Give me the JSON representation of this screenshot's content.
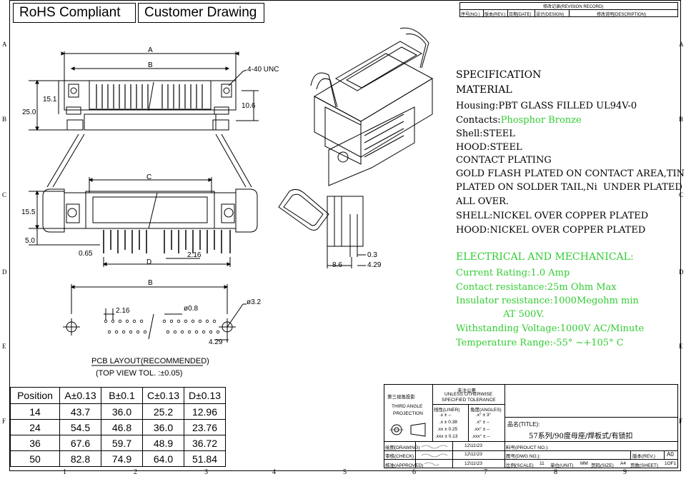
{
  "header": {
    "rohs": "RoHS Compliant",
    "customer": "Customer Drawing"
  },
  "revision_record": {
    "title": "修改记录(REVISION RECORD)",
    "cols": [
      "序号(NO.)",
      "版本(REV.)",
      "日期(DATE)",
      "设计(DESIGN)",
      "修改说明(DESCRIPTION)"
    ]
  },
  "zones": {
    "rows": [
      "A",
      "B",
      "C",
      "D",
      "E",
      "F"
    ],
    "cols": [
      "1",
      "2",
      "3",
      "4",
      "5",
      "6",
      "7",
      "8",
      "9"
    ]
  },
  "spec": {
    "l1": "SPECIFICATION",
    "l2": "MATERIAL",
    "l3a": "Housing:",
    "l3b": "PBT GLASS FILLED UL94V-0",
    "l4a": "Contacts:",
    "l4b": "Phosphor Bronze",
    "l5": "Shell:STEEL",
    "l6": "HOOD:STEEL",
    "l7": "CONTACT PLATING",
    "l8": "GOLD FLASH PLATED ON CONTACT AREA,TIN",
    "l9": "PLATED ON SOLDER TAIL,Ni  UNDER PLATED",
    "l10": "ALL OVER.",
    "l11": "SHELL:NICKEL OVER COPPER PLATED",
    "l12": "HOOD:NICKEL OVER COPPER PLATED"
  },
  "electrical": {
    "title": "ELECTRICAL AND MECHANICAL:",
    "l1": "Current Rating:1.0 Amp",
    "l2": "Contact resistance:25m Ohm Max",
    "l3": "Insulator resistance:1000Megohm min",
    "l4": "                AT 500V.",
    "l5": "Withstanding Voltage:1000V AC/Minute",
    "l6": "Temperature Range:-55° ~+105° C"
  },
  "dims": {
    "A": "A",
    "B": "B",
    "C": "C",
    "D": "D",
    "unc": "4-40 UNC",
    "d151": "15.1",
    "d250": "25.0",
    "d106": "10.6",
    "d155": "15.5",
    "d50": "5.0",
    "d065": "0.65",
    "d216": "2.16",
    "d03": "0.3",
    "d86": "8.6",
    "d429": "4.29",
    "d216b": "2.16",
    "d08": "ø0.8",
    "d32": "ø3.2",
    "d429b": "4.29"
  },
  "pcb": {
    "title": "PCB LAYOUT(RECOMMENDED)",
    "sub": "(TOP VIEW TOL. :±0.05)"
  },
  "position_table": {
    "headers": [
      "Position",
      "A±0.13",
      "B±0.1",
      "C±0.13",
      "D±0.13"
    ],
    "rows": [
      [
        "14",
        "43.7",
        "36.0",
        "25.2",
        "12.96"
      ],
      [
        "24",
        "54.5",
        "46.8",
        "36.0",
        "23.76"
      ],
      [
        "36",
        "67.6",
        "59.7",
        "48.9",
        "36.72"
      ],
      [
        "50",
        "82.8",
        "74.9",
        "64.0",
        "51.84"
      ]
    ]
  },
  "title_block": {
    "angle1": "第三视角投影",
    "angle2": "THIRD ANGLE",
    "angle3": "PROJECTION",
    "tol0": "未注公差",
    "tol1": "UNLESS OTHERWISE",
    "tol2": "SPECIFIED TOLERANCE",
    "linear": "线性(LINER)",
    "angles": "角度(ANGLES)",
    "t1": ".x  ± --",
    "t2": ".x  ± 0.38",
    "t3": ".xx ± 0.25",
    "t4": ".xxx ± 0.13",
    "a1": ".x°  ± 3°",
    "a2": ".x°  ± --",
    "a3": ".xx° ± --",
    "a4": ".xxx° ± --",
    "drawing": "绘图(DRAWING)",
    "check": "审核(CHECK)",
    "approved": "核准(APPROVED)",
    "date1": "12\\11\\23",
    "date2": "12\\11\\23",
    "date3": "12\\11\\23",
    "title_label": "品名(TITLE):",
    "title_value": "57系列/90度母座/焊板式/有锁扣",
    "product_no": "料号(PROUCT NO.):",
    "dwg_no": "图号(DWG NO.):",
    "rev": "版本(REV.)",
    "rev_value": "A0",
    "scale": "比例(SCALE)",
    "scale_value": "11",
    "unit": "单位(UNIT)",
    "unit_value": "MM",
    "size": "页码(SIZE)",
    "size_value": "A4",
    "sheet": "页数(SHEET)",
    "sheet_value": "1OF1"
  },
  "colors": {
    "green": "#33cc33",
    "line": "#000000"
  }
}
